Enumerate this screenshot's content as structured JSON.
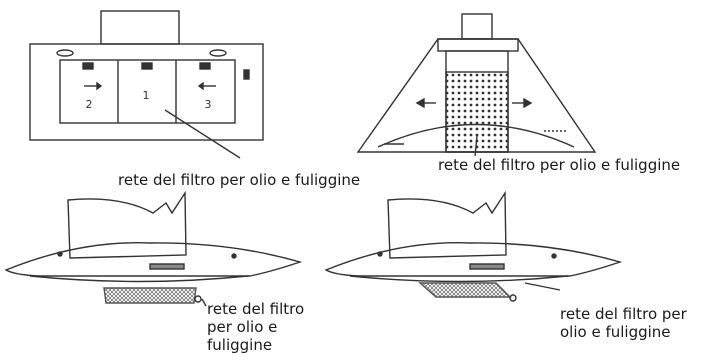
{
  "figures": {
    "top_left": {
      "panel_numbers": [
        "2",
        "1",
        "3"
      ],
      "label": "rete del filtro per olio e fuliggine"
    },
    "top_right": {
      "label": "rete del filtro per olio e fuliggine"
    },
    "bottom_left": {
      "label_lines": [
        "rete del filtro",
        "per olio e",
        "fuliggine"
      ]
    },
    "bottom_right": {
      "label_lines": [
        "rete del filtro per",
        "olio e fuliggine"
      ]
    }
  }
}
